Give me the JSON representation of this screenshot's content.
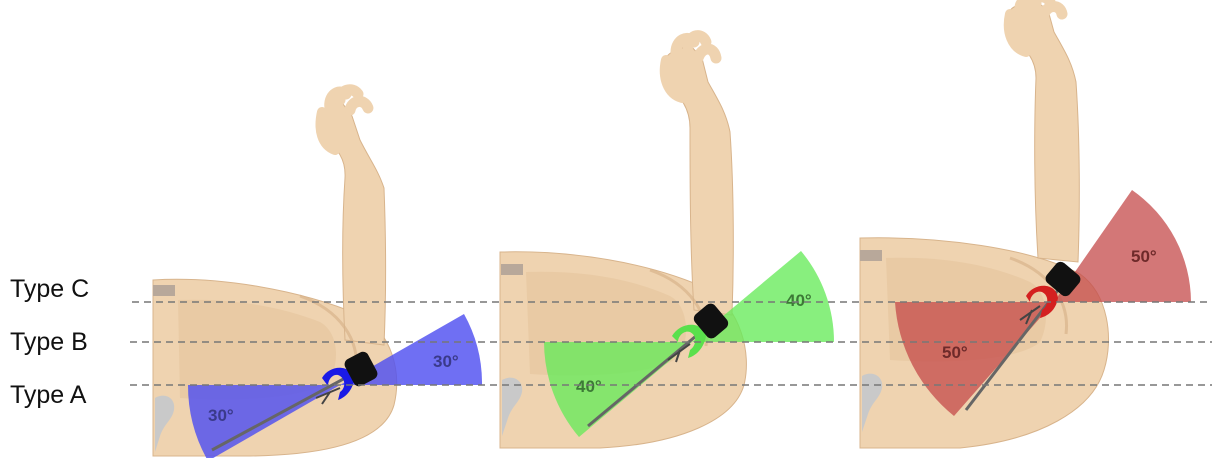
{
  "type_labels": {
    "c": "Type C",
    "b": "Type B",
    "a": "Type A"
  },
  "panels": [
    {
      "name": "Type A",
      "angle_label": "30°",
      "color": "#4f4ff0",
      "instrument_color": "#1a1ae6"
    },
    {
      "name": "Type B",
      "angle_label": "40°",
      "color": "#66ea5a",
      "instrument_color": "#5ae04c"
    },
    {
      "name": "Type C",
      "angle_label": "50°",
      "color": "#c44a4a",
      "instrument_color": "#d42020"
    }
  ],
  "colors": {
    "skin": "#efd3b0",
    "skin_edge": "#d8b48c",
    "skin_shadow": "#e4c49c",
    "bone": "#c9c9c9",
    "guide_line": "#777777"
  }
}
